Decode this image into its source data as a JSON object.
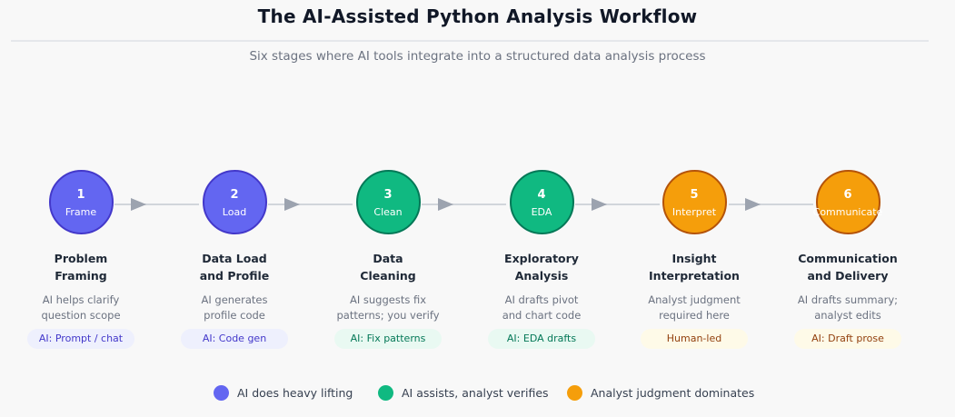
{
  "title": "The AI-Assisted Python Analysis Workflow",
  "subtitle": "Six stages where AI tools integrate into a structured data analysis process",
  "colors": {
    "heavy": "#6366f1",
    "assist": "#10b981",
    "judgment": "#f59e0b"
  },
  "stages": [
    {
      "number": "1",
      "short": "Frame",
      "title_line1": "Problem",
      "title_line2": "Framing",
      "desc_line1": "AI helps clarify",
      "desc_line2": "question scope",
      "badge": "AI: Prompt / chat"
    },
    {
      "number": "2",
      "short": "Load",
      "title_line1": "Data Load",
      "title_line2": "and Profile",
      "desc_line1": "AI generates",
      "desc_line2": "profile code",
      "badge": "AI: Code gen"
    },
    {
      "number": "3",
      "short": "Clean",
      "title_line1": "Data",
      "title_line2": "Cleaning",
      "desc_line1": "AI suggests fix",
      "desc_line2": "patterns; you verify",
      "badge": "AI: Fix patterns"
    },
    {
      "number": "4",
      "short": "EDA",
      "title_line1": "Exploratory",
      "title_line2": "Analysis",
      "desc_line1": "AI drafts pivot",
      "desc_line2": "and chart code",
      "badge": "AI: EDA drafts"
    },
    {
      "number": "5",
      "short": "Interpret",
      "title_line1": "Insight",
      "title_line2": "Interpretation",
      "desc_line1": "Analyst judgment",
      "desc_line2": "required here",
      "badge": "Human-led"
    },
    {
      "number": "6",
      "short": "Communicate",
      "title_line1": "Communication",
      "title_line2": "and Delivery",
      "desc_line1": "AI drafts summary;",
      "desc_line2": "analyst edits",
      "badge": "AI: Draft prose"
    }
  ],
  "legend": [
    {
      "label": "AI does heavy lifting",
      "color": "#6366f1"
    },
    {
      "label": "AI assists, analyst verifies",
      "color": "#10b981"
    },
    {
      "label": "Analyst judgment dominates",
      "color": "#f59e0b"
    }
  ]
}
